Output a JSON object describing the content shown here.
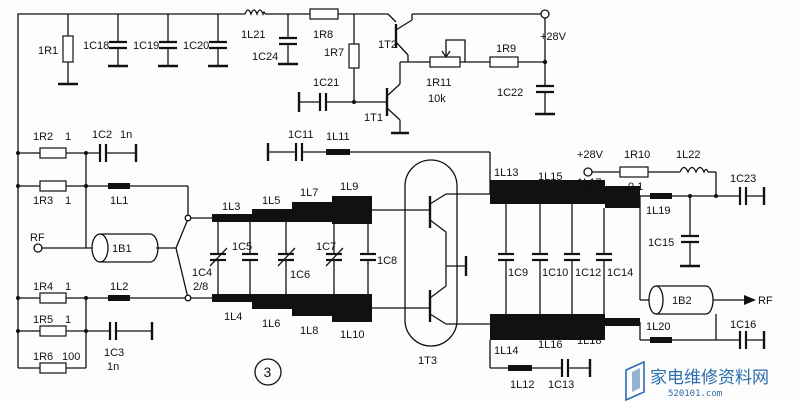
{
  "labels": {
    "r1": "1R1",
    "c18": "1C18",
    "c19": "1C19",
    "c20": "1C20",
    "l21": "1L21",
    "c24": "1C24",
    "r8": "1R8",
    "r7": "1R7",
    "t2": "1T2",
    "supply_top": "+28V",
    "r11": "1R11",
    "r11_value": "10k",
    "r9": "1R9",
    "c22": "1C22",
    "c21": "1C21",
    "t1": "1T1",
    "r2": "1R2",
    "r2_value": "1",
    "c2": "1C2",
    "c2_value": "1n",
    "c11": "1C11",
    "l11": "1L11",
    "r3": "1R3",
    "r3_value": "1",
    "l1": "1L1",
    "rf_in": "RF",
    "b1": "1B1",
    "l3": "1L3",
    "l5": "1L5",
    "l7": "1L7",
    "l9": "1L9",
    "c5": "1C5",
    "c6": "1C6",
    "c7": "1C7",
    "c8": "1C8",
    "c4": "1C4",
    "c4_value": "2/8",
    "r4": "1R4",
    "r4_value": "1",
    "l2": "1L2",
    "r5": "1R5",
    "r5_value": "1",
    "r6": "1R6",
    "r6_value": "100",
    "c3": "1C3",
    "c3_value": "1n",
    "l4": "1L4",
    "l6": "1L6",
    "l8": "1L8",
    "l10": "1L10",
    "figure_number": "3",
    "t3": "1T3",
    "l13": "1L13",
    "l15": "1L15",
    "l17": "1L17",
    "c9": "1C9",
    "c10": "1C10",
    "c12": "1C12",
    "c14": "1C14",
    "l14": "1L14",
    "l16": "1L16",
    "l18": "1L18",
    "l12": "1L12",
    "c13": "1C13",
    "supply_right": "+28V",
    "r10": "1R10",
    "r10_value": "0.1",
    "l22": "1L22",
    "c23": "1C23",
    "l19": "1L19",
    "c15": "1C15",
    "b2": "1B2",
    "rf_out": "RF",
    "l20": "1L20",
    "c16": "1C16"
  },
  "watermark": {
    "text": "家电维修资料网",
    "sub": "520101.com"
  }
}
